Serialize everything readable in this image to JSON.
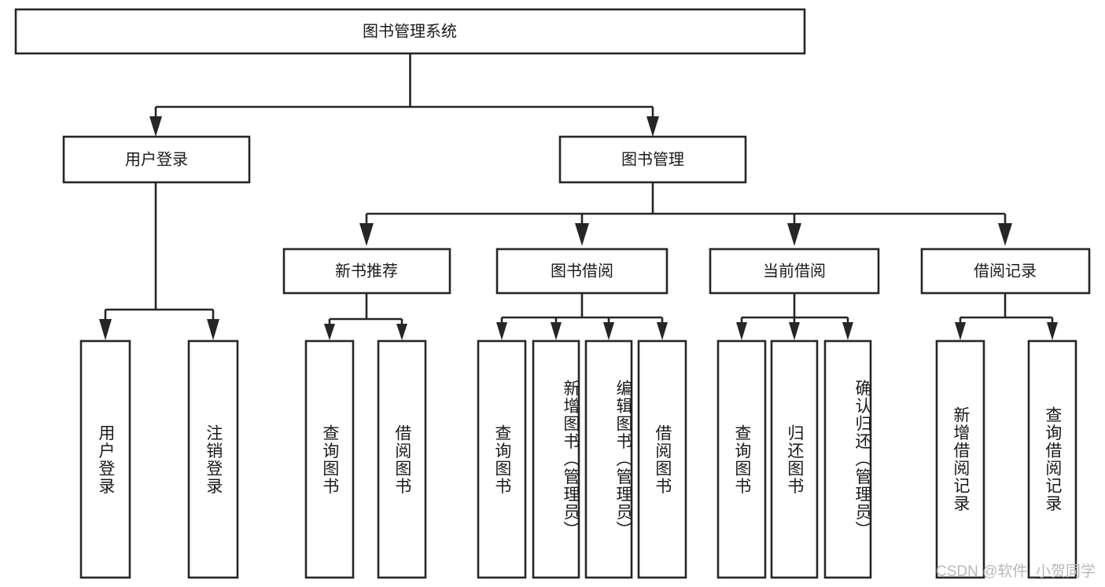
{
  "diagram": {
    "type": "tree",
    "title": "图书管理系统",
    "root": {
      "id": "root",
      "label": "图书管理系统"
    },
    "level2": [
      {
        "id": "user-login",
        "label": "用户登录"
      },
      {
        "id": "book-manage",
        "label": "图书管理"
      }
    ],
    "level3": [
      {
        "id": "new-book-recommend",
        "label": "新书推荐",
        "parent": "book-manage"
      },
      {
        "id": "book-borrow",
        "label": "图书借阅",
        "parent": "book-manage"
      },
      {
        "id": "current-borrow",
        "label": "当前借阅",
        "parent": "book-manage"
      },
      {
        "id": "borrow-record",
        "label": "借阅记录",
        "parent": "book-manage"
      }
    ],
    "leaves": [
      {
        "id": "leaf-user-login",
        "label": "用户登录",
        "parent": "user-login"
      },
      {
        "id": "leaf-logout",
        "label": "注销登录",
        "parent": "user-login"
      },
      {
        "id": "leaf-query-book-1",
        "label": "查询图书",
        "parent": "new-book-recommend"
      },
      {
        "id": "leaf-borrow-book-1",
        "label": "借阅图书",
        "parent": "new-book-recommend"
      },
      {
        "id": "leaf-query-book-2",
        "label": "查询图书",
        "parent": "book-borrow"
      },
      {
        "id": "leaf-add-book",
        "label": "新增图书（管理员）",
        "parent": "book-borrow"
      },
      {
        "id": "leaf-edit-book",
        "label": "编辑图书（管理员）",
        "parent": "book-borrow"
      },
      {
        "id": "leaf-borrow-book-2",
        "label": "借阅图书",
        "parent": "book-borrow"
      },
      {
        "id": "leaf-query-book-3",
        "label": "查询图书",
        "parent": "current-borrow"
      },
      {
        "id": "leaf-return-book",
        "label": "归还图书",
        "parent": "current-borrow"
      },
      {
        "id": "leaf-confirm-return",
        "label": "确认归还（管理员）",
        "parent": "current-borrow"
      },
      {
        "id": "leaf-add-record",
        "label": "新增借阅记录",
        "parent": "borrow-record"
      },
      {
        "id": "leaf-query-record",
        "label": "查询借阅记录",
        "parent": "borrow-record"
      }
    ],
    "colors": {
      "stroke": "#262626",
      "fill": "#ffffff",
      "text": "#1a1a1a",
      "watermark": "#b8b8b8"
    }
  },
  "watermark": {
    "text": "CSDN @软件_小贺同学"
  }
}
